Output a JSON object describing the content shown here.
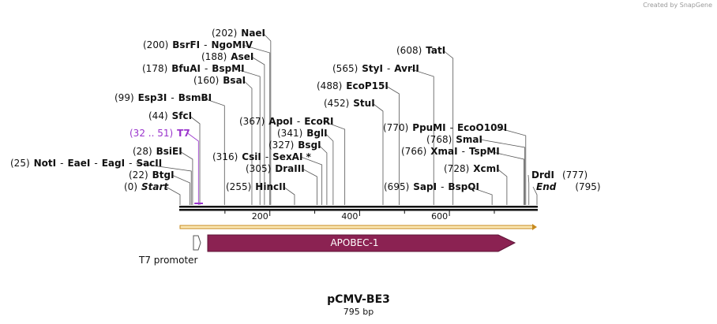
{
  "credit": "Created by SnapGene",
  "plasmid": {
    "name": "pCMV-BE3",
    "length": "795 bp",
    "length_bp": 795
  },
  "ruler": {
    "ticks": [
      200,
      400,
      600
    ],
    "minor": 100
  },
  "labels": [
    {
      "pos": "(202)",
      "names": [
        "NaeI"
      ],
      "bp": 202
    },
    {
      "pos": "(200)",
      "names": [
        "BsrFI",
        "NgoMIV"
      ],
      "bp": 200
    },
    {
      "pos": "(188)",
      "names": [
        "AseI"
      ],
      "bp": 188
    },
    {
      "pos": "(178)",
      "names": [
        "BfuAI",
        "BspMI"
      ],
      "bp": 178
    },
    {
      "pos": "(160)",
      "names": [
        "BsaI"
      ],
      "bp": 160
    },
    {
      "pos": "(99)",
      "names": [
        "Esp3I",
        "BsmBI"
      ],
      "bp": 99
    },
    {
      "pos": "(44)",
      "names": [
        "SfcI"
      ],
      "bp": 44
    },
    {
      "pos": "(32 .. 51)",
      "names": [
        "T7"
      ],
      "bp": 41,
      "feature": true
    },
    {
      "pos": "(28)",
      "names": [
        "BsiEI"
      ],
      "bp": 28
    },
    {
      "pos": "(25)",
      "names": [
        "NotI",
        "EaeI",
        "EagI",
        "SacII"
      ],
      "bp": 25
    },
    {
      "pos": "(22)",
      "names": [
        "BtgI"
      ],
      "bp": 22
    },
    {
      "pos": "(0)",
      "names": [
        "Start"
      ],
      "bp": 0,
      "italic": true
    },
    {
      "pos": "(367)",
      "names": [
        "ApoI",
        "EcoRI"
      ],
      "bp": 367
    },
    {
      "pos": "(341)",
      "names": [
        "BglI"
      ],
      "bp": 341
    },
    {
      "pos": "(327)",
      "names": [
        "BsgI"
      ],
      "bp": 327
    },
    {
      "pos": "(316)",
      "names": [
        "CsiI",
        "SexAI *"
      ],
      "bp": 316
    },
    {
      "pos": "(305)",
      "names": [
        "DraIII"
      ],
      "bp": 305
    },
    {
      "pos": "(255)",
      "names": [
        "HincII"
      ],
      "bp": 255
    },
    {
      "pos": "(565)",
      "names": [
        "StyI",
        "AvrII"
      ],
      "bp": 565
    },
    {
      "pos": "(488)",
      "names": [
        "EcoP15I"
      ],
      "bp": 488
    },
    {
      "pos": "(452)",
      "names": [
        "StuI"
      ],
      "bp": 452
    },
    {
      "pos": "(608)",
      "names": [
        "TatI"
      ],
      "bp": 608
    },
    {
      "pos": "(770)",
      "names": [
        "PpuMI",
        "EcoO109I"
      ],
      "bp": 770
    },
    {
      "pos": "(768)",
      "names": [
        "SmaI"
      ],
      "bp": 768
    },
    {
      "pos": "(766)",
      "names": [
        "XmaI",
        "TspMI"
      ],
      "bp": 766
    },
    {
      "pos": "(728)",
      "names": [
        "XcmI"
      ],
      "bp": 728
    },
    {
      "pos": "(695)",
      "names": [
        "SapI",
        "BspQI"
      ],
      "bp": 695
    },
    {
      "pos": "(777)",
      "names": [
        "DrdI"
      ],
      "bp": 777,
      "pos_after": true
    },
    {
      "pos": "(795)",
      "names": [
        "End"
      ],
      "bp": 795,
      "italic": true,
      "pos_after": true
    }
  ],
  "features": [
    {
      "name": "APOBEC-1",
      "color": "#8b2252",
      "direction": "forward"
    },
    {
      "name": "T7 promoter",
      "color": "#ffffff",
      "direction": "forward"
    }
  ],
  "colors": {
    "backbone": "#111111",
    "orf": "#e8a33a",
    "feature_label": "#9933cc"
  }
}
